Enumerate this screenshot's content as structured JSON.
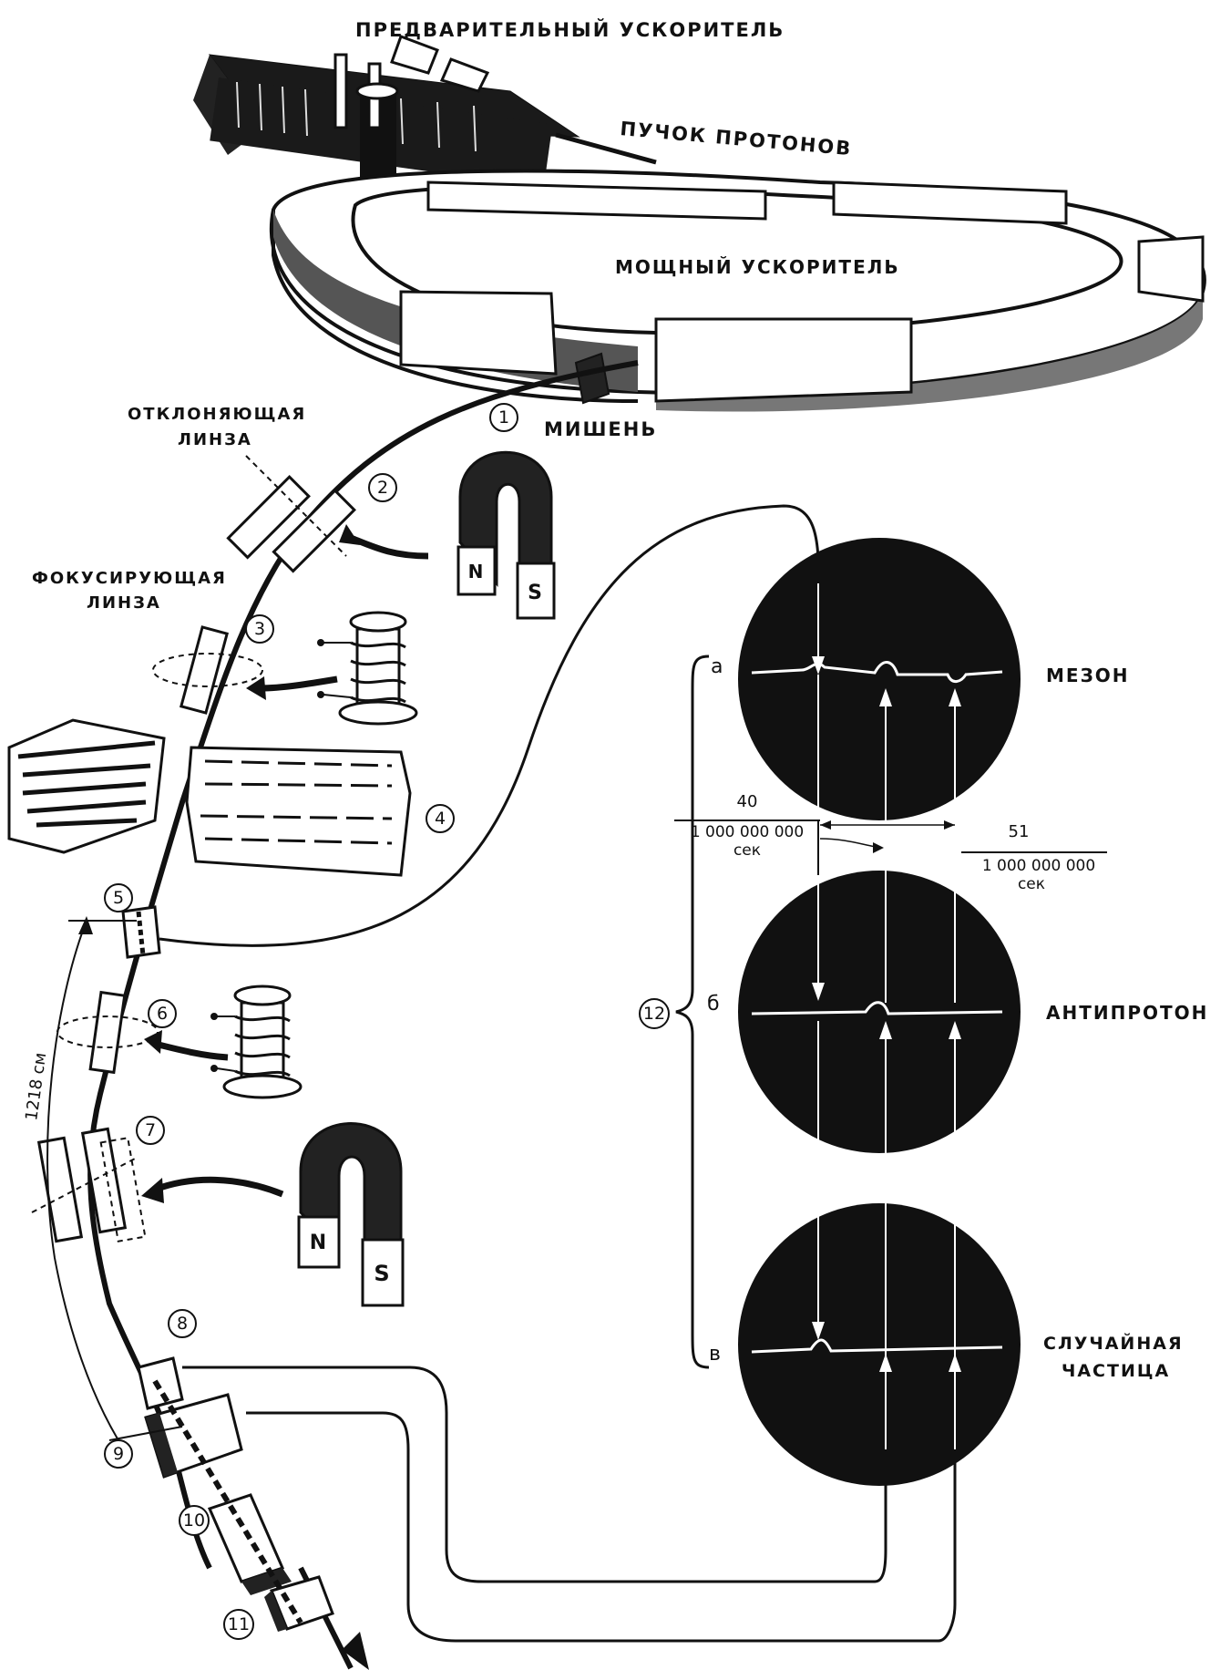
{
  "labels": {
    "pre_accelerator": "ПРЕДВАРИТЕЛЬНЫЙ УСКОРИТЕЛЬ",
    "proton_beam": "ПУЧОК ПРОТОНОВ",
    "main_accelerator": "МОЩНЫЙ УСКОРИТЕЛЬ",
    "target": "МИШЕНЬ",
    "deflecting_lens_1": "ОТКЛОНЯЮЩАЯ",
    "deflecting_lens_2": "ЛИНЗА",
    "focusing_lens_1": "ФОКУСИРУЮЩАЯ",
    "focusing_lens_2": "ЛИНЗА",
    "meson": "МЕЗОН",
    "antiproton": "АНТИПРОТОН",
    "random_particle_1": "СЛУЧАЙНАЯ",
    "random_particle_2": "ЧАСТИЦА",
    "distance": "1218 см",
    "time_left_num": "40",
    "time_left_den": "1 000 000 000",
    "time_left_unit": "сек",
    "time_right_num": "51",
    "time_right_den": "1 000 000 000",
    "time_right_unit": "сек",
    "letter_a": "а",
    "letter_b": "б",
    "letter_v": "в",
    "magnet_n": "N",
    "magnet_s": "S"
  },
  "markers": [
    "1",
    "2",
    "3",
    "4",
    "5",
    "6",
    "7",
    "8",
    "9",
    "10",
    "11",
    "12"
  ]
}
